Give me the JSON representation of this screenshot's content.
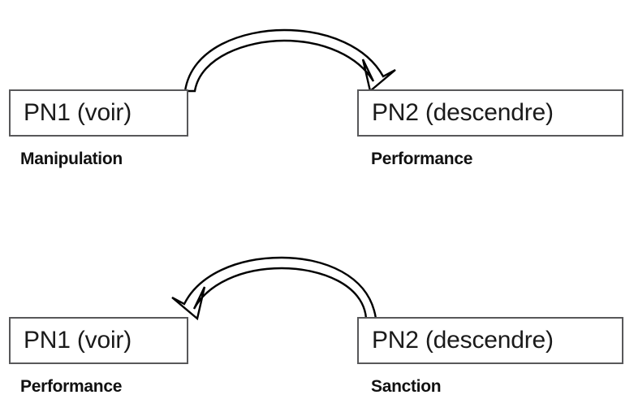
{
  "diagram": {
    "title_present": false,
    "background_color": "#ffffff",
    "box_border_color": "#58585a",
    "arrow_stroke_color": "#000000",
    "arrow_fill_color": "#ffffff",
    "rows": [
      {
        "id": "row-top",
        "source": {
          "box_text": "PN1 (voir)",
          "role_label": "Manipulation"
        },
        "target": {
          "box_text": "PN2 (descendre)",
          "role_label": "Performance"
        },
        "arrow": {
          "name": "curved-arrow-right",
          "direction": "left-to-right",
          "style": "outlined-curved-arrow"
        }
      },
      {
        "id": "row-bottom",
        "source": {
          "box_text": "PN2 (descendre)",
          "role_label": "Sanction"
        },
        "target": {
          "box_text": "PN1 (voir)",
          "role_label": "Performance"
        },
        "arrow": {
          "name": "curved-arrow-left",
          "direction": "right-to-left",
          "style": "outlined-curved-arrow"
        }
      }
    ]
  }
}
